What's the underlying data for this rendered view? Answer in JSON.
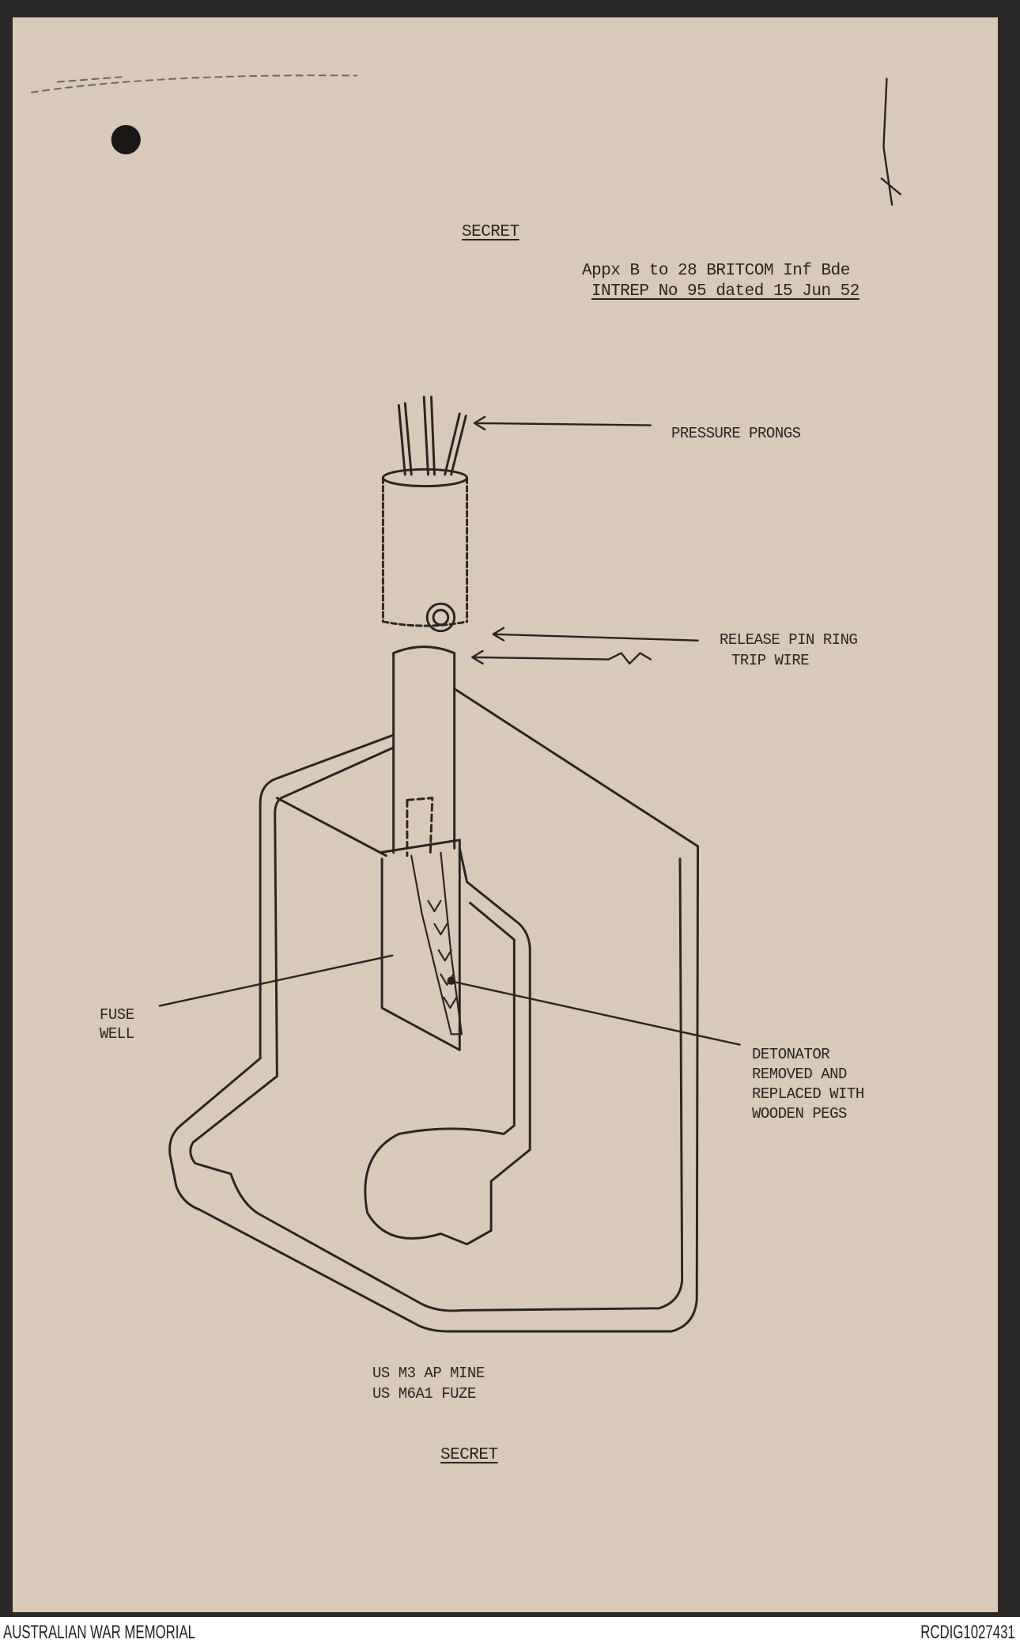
{
  "document": {
    "classification_top": "SECRET",
    "reference_line1": "Appx B to 28 BRITCOM Inf Bde",
    "reference_line2": "INTREP No 95 dated 15 Jun 52",
    "labels": {
      "pressure_prongs": "PRESSURE PRONGS",
      "release_pin_ring": "RELEASE PIN RING",
      "trip_wire": "TRIP WIRE",
      "fuse_well": [
        "FUSE",
        "WELL"
      ],
      "detonator": [
        "DETONATOR",
        "REMOVED AND",
        "REPLACED WITH",
        "WOODEN PEGS"
      ]
    },
    "caption": [
      "US M3 AP MINE",
      "US M6A1 FUZE"
    ],
    "classification_bottom": "SECRET"
  },
  "footer": {
    "institution": "AUSTRALIAN WAR MEMORIAL",
    "record_id": "RCDIG1027431"
  }
}
